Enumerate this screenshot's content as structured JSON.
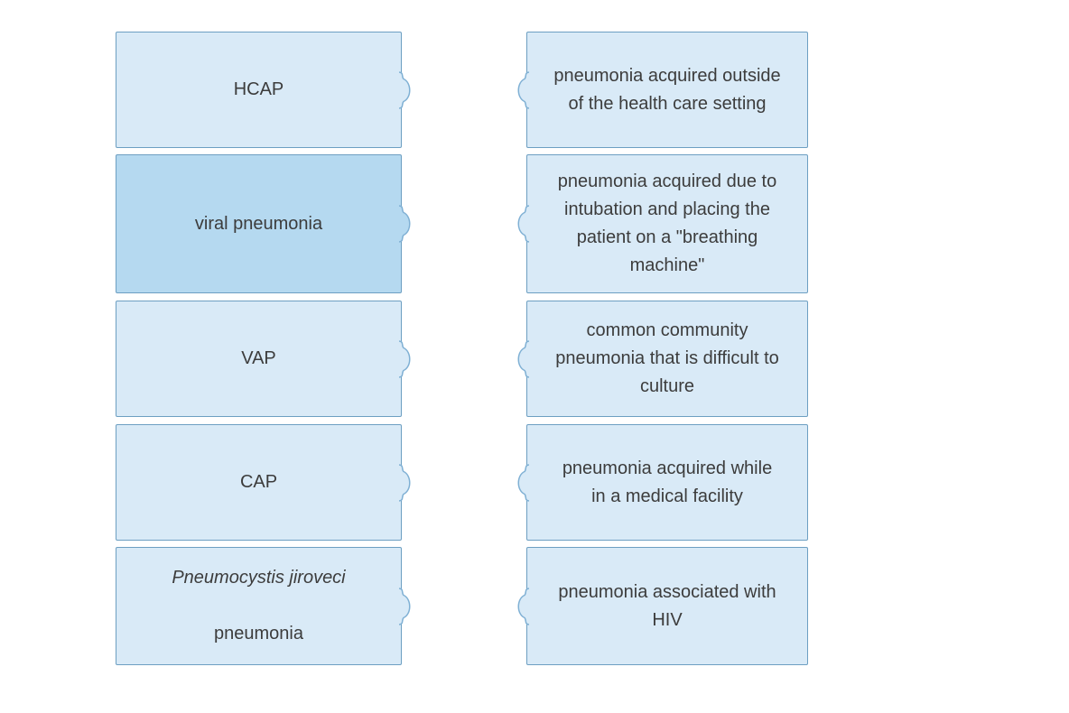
{
  "exercise": {
    "type": "matching",
    "colors": {
      "box_fill": "#d9eaf7",
      "box_fill_selected": "#b5d9f0",
      "box_border": "#6d9fc2",
      "connector_stroke": "#7fb0d4",
      "text": "#3c3c3c",
      "background": "#ffffff"
    },
    "left_column": {
      "items": [
        {
          "label": "HCAP",
          "selected": false
        },
        {
          "label": "viral pneumonia",
          "selected": true
        },
        {
          "label": "VAP",
          "selected": false
        },
        {
          "label": "CAP",
          "selected": false
        },
        {
          "label_italic": "Pneumocystis jiroveci",
          "label_rest": "pneumonia",
          "selected": false
        }
      ]
    },
    "right_column": {
      "items": [
        {
          "label": "pneumonia acquired outside\nof the health care setting"
        },
        {
          "label": "pneumonia acquired due to\nintubation and placing the\npatient on a \"breathing\nmachine\""
        },
        {
          "label": "common community\npneumonia that is difficult to\nculture"
        },
        {
          "label": "pneumonia acquired while\nin a medical facility"
        },
        {
          "label": "pneumonia associated with\nHIV"
        }
      ]
    }
  }
}
